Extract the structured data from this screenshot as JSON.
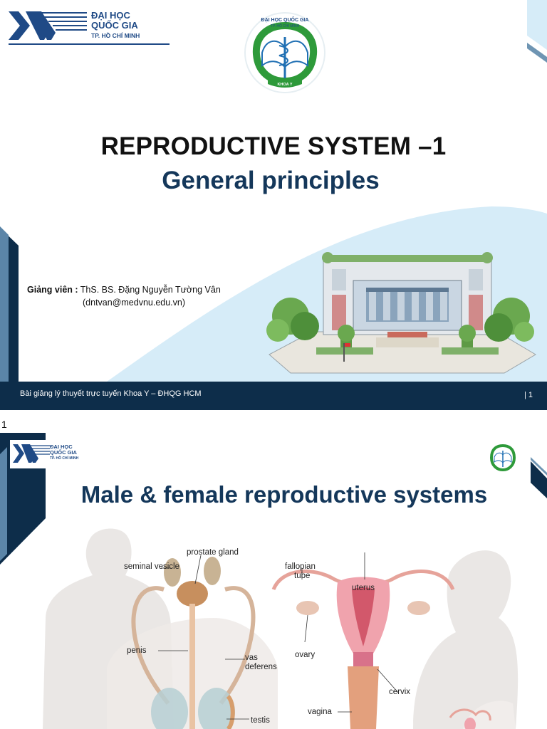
{
  "slide1": {
    "university": {
      "line1": "ĐẠI HỌC",
      "line2": "QUỐC GIA",
      "line3": "TP. HỒ CHÍ MINH"
    },
    "seal": {
      "top_text": "ĐẠI HỌC QUỐC GIA",
      "sub_text": "TP. HỒ CHÍ MINH",
      "bottom_text": "KHOA Y"
    },
    "title": "REPRODUCTIVE SYSTEM –1",
    "subtitle": "General principles",
    "lecturer_label": "Giảng viên :",
    "lecturer_name": "ThS. BS. Đặng Nguyễn Tường Vân",
    "lecturer_email": "(dntvan@medvnu.edu.vn)",
    "footer_text": "Bài giảng lý thuyết trực tuyến Khoa Y – ĐHQG HCM",
    "footer_page": "| 1",
    "colors": {
      "navy": "#0d2d4a",
      "title_blue": "#14375a",
      "light_blue": "#d6ecf8"
    }
  },
  "page_label": "1",
  "slide2": {
    "university": {
      "line1": "ĐẠI HỌC",
      "line2": "QUỐC GIA",
      "line3": "TP. HỒ CHÍ MINH"
    },
    "title": "Male & female reproductive systems",
    "male_labels": {
      "prostate": "prostate gland",
      "seminal": "seminal vesicle",
      "penis": "penis",
      "vas1": "vas",
      "vas2": "deferens",
      "testis": "testis"
    },
    "female_labels": {
      "fallopian1": "fallopian",
      "fallopian2": "tube",
      "uterus": "uterus",
      "ovary": "ovary",
      "cervix": "cervix",
      "vagina": "vagina"
    }
  }
}
